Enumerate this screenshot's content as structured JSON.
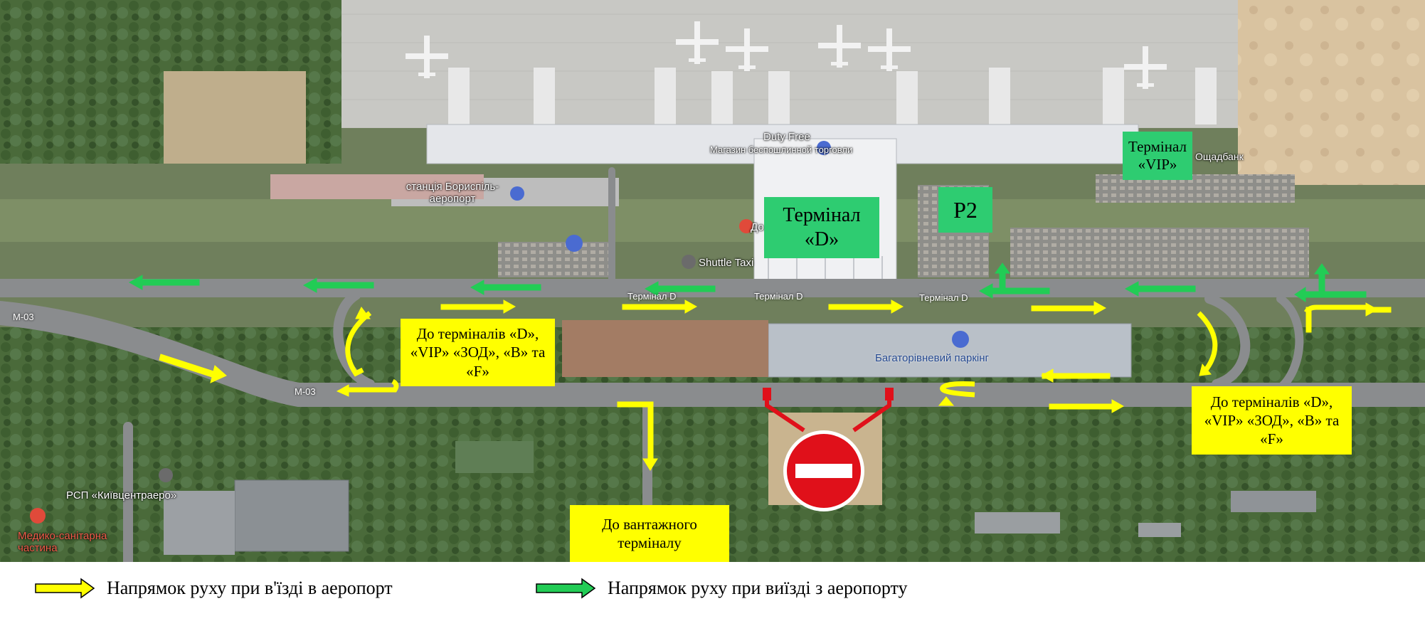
{
  "map": {
    "terminal_d_label": "Термінал «D»",
    "terminal_vip_label": "Термінал «VIP»",
    "p2_label": "P2",
    "left_directions_label": "До терміналів «D», «VIP» «ЗОД», «B» та «F»",
    "right_directions_label": "До терміналів «D», «VIP» «ЗОД», «B» та «F»",
    "cargo_label": "До вантажного терміналу",
    "poi": {
      "duty_free": "Duty Free",
      "duty_free_sub": "Магазин беспошлинной торговли",
      "station": "станція Бориспіль-аеропорт",
      "shuttle": "Shuttle Taxi",
      "multilevel_parking": "Багаторівневий паркінг",
      "bank": "Ощадбанк",
      "rsp": "РСП «Київцентраеро»",
      "medical": "Медико-санітарна частина",
      "terminal_d_road_1": "Термінал D",
      "terminal_d_road_2": "Термінал D",
      "terminal_d_road_3": "Термінал D",
      "m03_a": "М-03",
      "m03_b": "М-03",
      "dostavka": "До..."
    },
    "colors": {
      "entry_arrow": "#ffff00",
      "exit_arrow": "#22cc55",
      "no_entry_sign": "#e0101a"
    }
  },
  "legend": {
    "entry_text": "Напрямок руху при в'їзді в аеропорт",
    "exit_text": "Напрямок руху при виїзді з аеропорту"
  }
}
